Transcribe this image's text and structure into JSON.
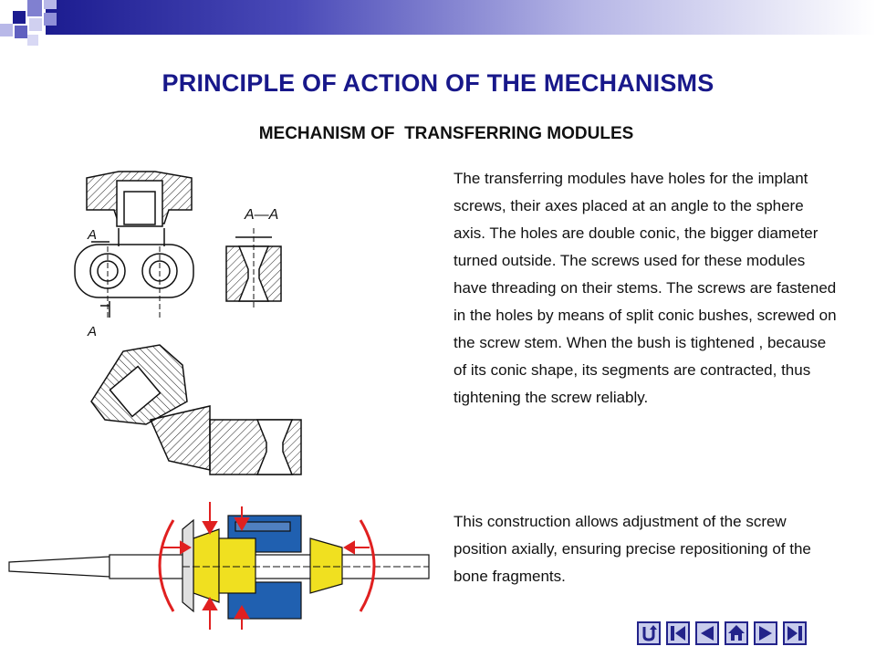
{
  "slide": {
    "title": "PRINCIPLE  OF ACTION OF THE MECHANISMS",
    "subtitle": "MECHANISM OF  TRANSFERRING MODULES",
    "paragraphs": [
      "The transferring modules have holes  for the implant screws, their axes placed at an angle to the sphere axis. The holes are double conic, the bigger diameter turned outside. The screws used for these modules have threading on their stems. The screws are fastened in the holes  by means of split conic bushes, screwed on the screw stem. When the bush is tightened , because of its conic shape, its segments are contracted, thus tightening the screw reliably.",
      "This construction allows adjustment of the screw position axially, ensuring precise repositioning of the bone fragments."
    ]
  },
  "drawing_labels": {
    "section_title": "A—A",
    "cut_label_top": "A",
    "cut_label_bottom": "A"
  },
  "colors": {
    "title": "#18188a",
    "accent_red": "#e02020",
    "accent_blue": "#2060b0",
    "accent_yellow": "#f0e020",
    "nav_fill": "#c8ccec",
    "nav_border": "#23238a"
  },
  "navigation": [
    {
      "name": "return-icon"
    },
    {
      "name": "first-slide-icon"
    },
    {
      "name": "previous-slide-icon"
    },
    {
      "name": "home-icon"
    },
    {
      "name": "next-slide-icon"
    },
    {
      "name": "last-slide-icon"
    }
  ]
}
